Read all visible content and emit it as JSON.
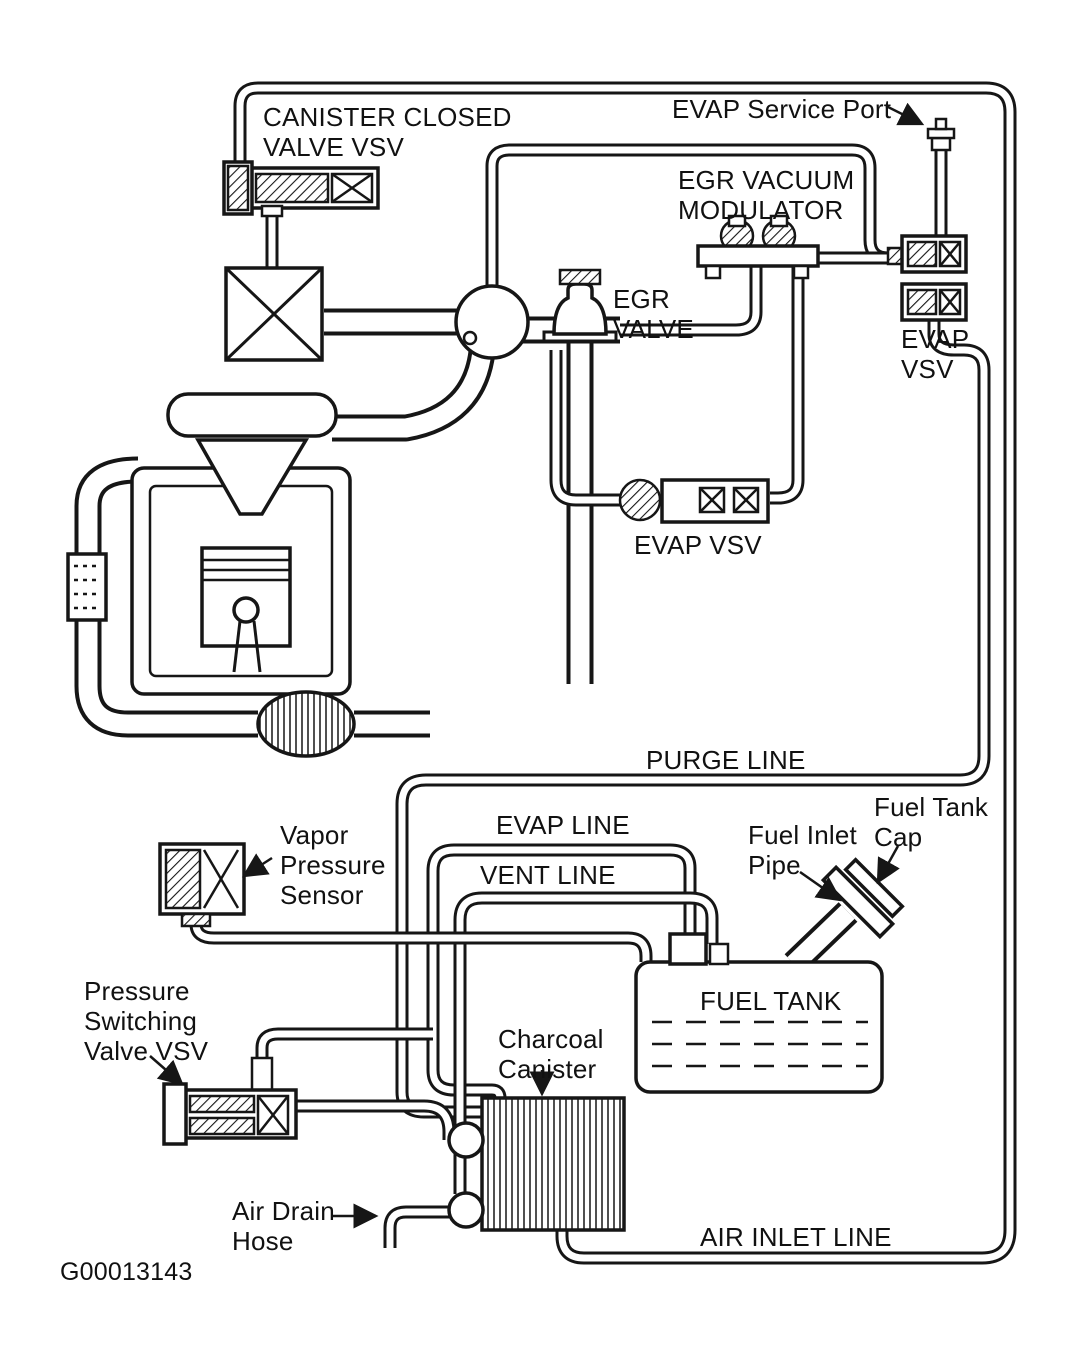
{
  "figure": {
    "id": "G00013143"
  },
  "labels": {
    "canister_closed_valve_vsv": "CANISTER CLOSED\nVALVE VSV",
    "evap_service_port": "EVAP Service Port",
    "egr_vacuum_modulator": "EGR VACUUM\nMODULATOR",
    "egr_valve": "EGR\nVALVE",
    "evap_vsv_right": "EVAP\nVSV",
    "evap_vsv_center": "EVAP VSV",
    "purge_line": "PURGE LINE",
    "vapor_pressure_sensor": "Vapor\nPressure\nSensor",
    "evap_line": "EVAP LINE",
    "vent_line": "VENT LINE",
    "fuel_inlet_pipe": "Fuel Inlet\nPipe",
    "fuel_tank_cap": "Fuel Tank\nCap",
    "fuel_tank": "FUEL TANK",
    "pressure_switching_valve_vsv": "Pressure\nSwitching\nValve VSV",
    "charcoal_canister": "Charcoal\nCanister",
    "air_drain_hose": "Air Drain\nHose",
    "air_inlet_line": "AIR INLET LINE"
  },
  "colors": {
    "line": "#161616",
    "background": "#ffffff"
  }
}
